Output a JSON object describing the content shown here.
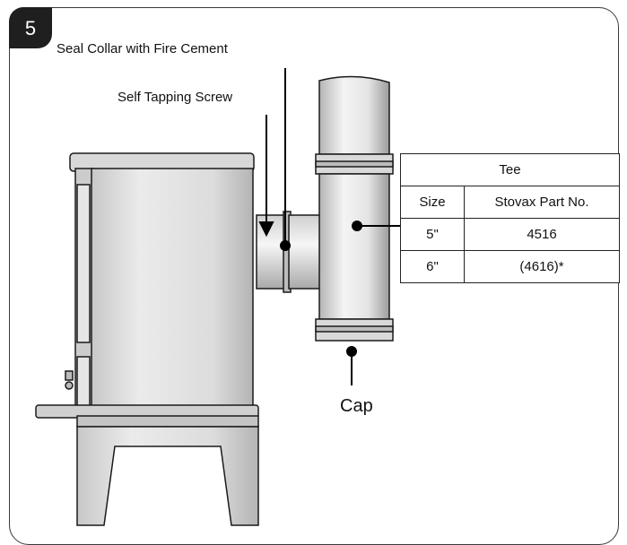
{
  "step": {
    "number": "5"
  },
  "labels": {
    "seal_collar": "Seal Collar with Fire Cement",
    "self_tapping_screw": "Self Tapping Screw",
    "cap": "Cap"
  },
  "table": {
    "title": "Tee",
    "headers": [
      "Size",
      "Stovax Part No."
    ],
    "rows": [
      [
        "5\"",
        "4516"
      ],
      [
        "6\"",
        "(4616)*"
      ]
    ]
  },
  "colors": {
    "line": "#1a1a1a",
    "badge": "#1f1f1f",
    "metal_light": "#f2f2f2",
    "metal_mid": "#d6d6d6",
    "metal_dark": "#a8a8a8"
  }
}
